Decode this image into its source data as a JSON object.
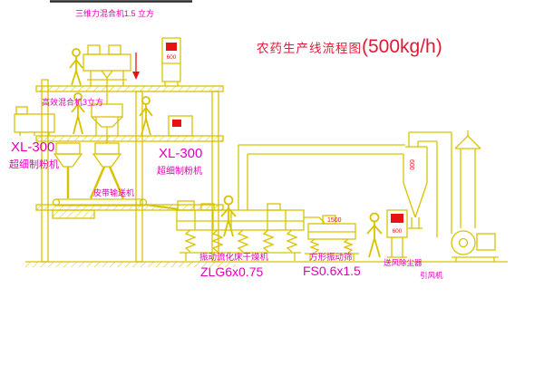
{
  "title": {
    "main": "农药生产线流程图",
    "capacity": "(500kg/h)"
  },
  "labels": {
    "mixer_top": "三维力混合机1.5 立方",
    "mixer_second": "高效混合机3立方",
    "mill_left_model": "XL-300",
    "mill_left_name": "超细制粉机",
    "mill_center_model": "XL-300",
    "mill_center_name": "超细制粉机",
    "belt_conveyor": "皮带输送机",
    "dryer_name": "振动流化床干燥机",
    "dryer_model": "ZLG6x0.75",
    "screen_name": "方形振动筛",
    "screen_model": "FS0.6x1.5",
    "dust_collector": "送风除尘器",
    "induced_fan": "引风机"
  },
  "annotations": {
    "panel_top_display": "600",
    "panel_right_display": "600",
    "screen_dim": "1500",
    "cyclone_dim": "600"
  },
  "colors": {
    "line_yellow": "#d8c300",
    "label_magenta": "#e400b8",
    "title_red": "#e31836",
    "accent_red": "#e91212",
    "background": "#ffffff"
  }
}
